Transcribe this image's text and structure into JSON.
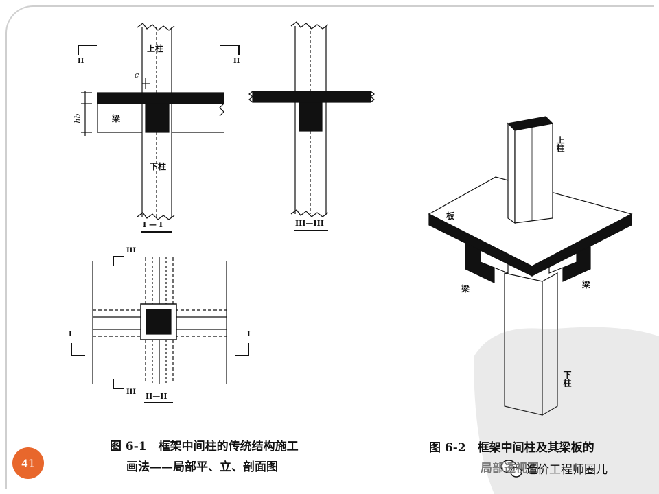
{
  "slide": {
    "number": "41"
  },
  "fig1": {
    "labels": {
      "upper_column": "上柱",
      "lower_column": "下柱",
      "beam": "梁",
      "c": "c",
      "hb": "hb",
      "sec_II": "II",
      "sec_I": "I",
      "sec_III": "III",
      "title_I_I": "I — I",
      "title_III_III": "III—III",
      "title_II_II": "II—II"
    },
    "caption_line1": "图 6-1　框架中间柱的传统结构施工",
    "caption_line2": "画法——局部平、立、剖面图"
  },
  "fig2": {
    "labels": {
      "upper_column": "上柱",
      "lower_column": "下柱",
      "slab": "板",
      "beam_left": "梁",
      "beam_right": "梁"
    },
    "caption_line1": "图 6-2　框架中间柱及其梁板的",
    "caption_line2": "局部透视图"
  },
  "watermark": {
    "text": "造价工程师圈儿"
  },
  "colors": {
    "badge": "#e8672c",
    "ink": "#111111"
  }
}
